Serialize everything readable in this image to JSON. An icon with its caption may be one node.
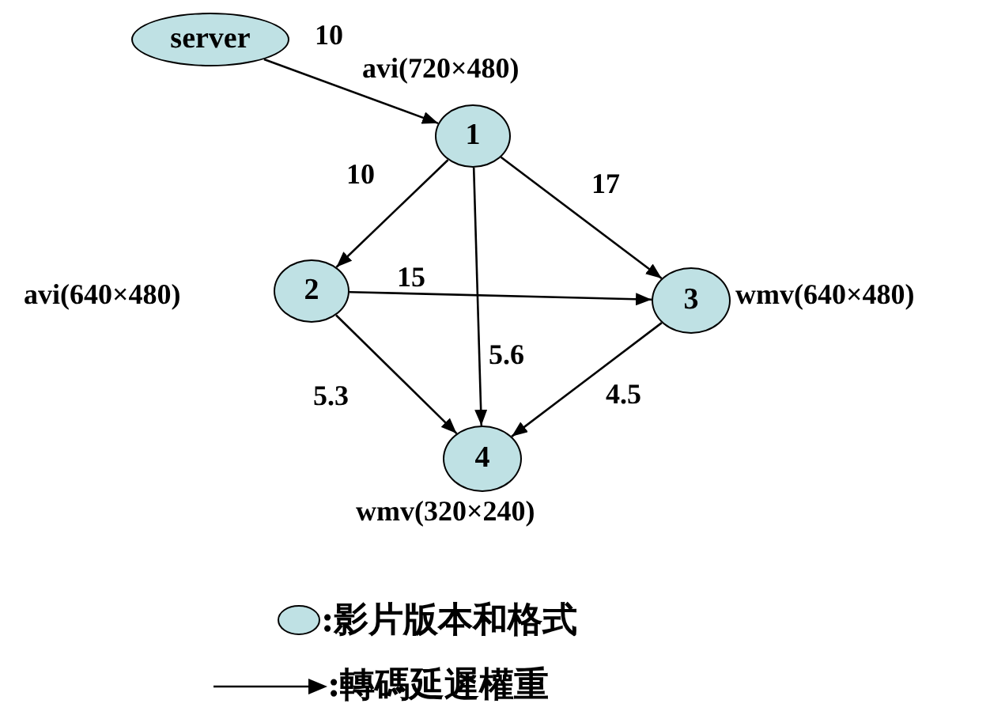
{
  "diagram": {
    "nodes": [
      {
        "text": [
          "server"
        ]
      },
      {
        "text": [
          "1"
        ],
        "beside": [
          "avi(720×480)"
        ]
      },
      {
        "text": [
          "2"
        ],
        "beside": [
          "avi(640×480)"
        ]
      },
      {
        "text": [
          "3"
        ],
        "beside": [
          "wmv(640×480)"
        ]
      },
      {
        "text": [
          "4"
        ],
        "beside": [
          "wmv(320×240)"
        ]
      }
    ],
    "edges": [
      {
        "from": 0,
        "to": 1,
        "arrow": "to",
        "label": "10"
      },
      {
        "from": 1,
        "to": 2,
        "arrow": "to",
        "label": "10"
      },
      {
        "from": 1,
        "to": 3,
        "arrow": "to",
        "label": "17"
      },
      {
        "from": 2,
        "to": 3,
        "arrow": "to",
        "label": "15"
      },
      {
        "from": 1,
        "to": 4,
        "arrow": "to",
        "label": "5.6"
      },
      {
        "from": 2,
        "to": 4,
        "arrow": "to",
        "label": "5.3"
      },
      {
        "from": 3,
        "to": 4,
        "arrow": "to",
        "label": "4.5"
      }
    ],
    "legend": [
      {
        "text": ":影片版本和格式"
      },
      {
        "text": ":轉碼延遲權重"
      }
    ]
  }
}
